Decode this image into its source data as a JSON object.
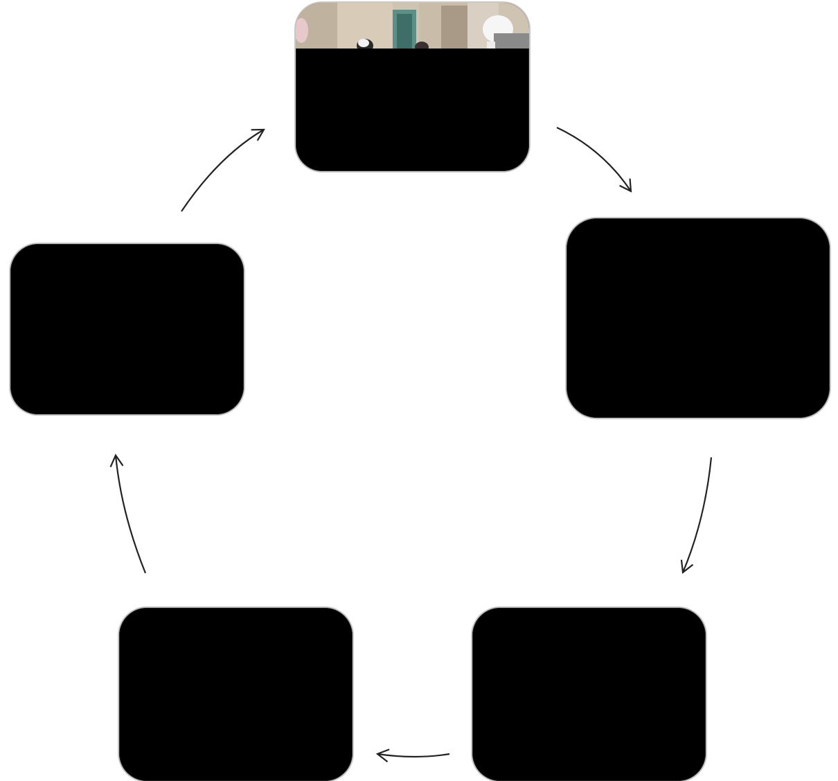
{
  "diagram": {
    "type": "cycle",
    "nodes": [
      {
        "id": "top",
        "label": ""
      },
      {
        "id": "right",
        "label": ""
      },
      {
        "id": "bottom-right",
        "label": ""
      },
      {
        "id": "bottom-left",
        "label": ""
      },
      {
        "id": "left",
        "label": ""
      }
    ],
    "edges": [
      {
        "from": "top",
        "to": "right"
      },
      {
        "from": "right",
        "to": "bottom-right"
      },
      {
        "from": "bottom-right",
        "to": "bottom-left"
      },
      {
        "from": "bottom-left",
        "to": "left"
      },
      {
        "from": "left",
        "to": "top"
      }
    ]
  },
  "colors": {
    "node_fill": "#000000",
    "arrow": "#222222",
    "background": "#ffffff"
  }
}
